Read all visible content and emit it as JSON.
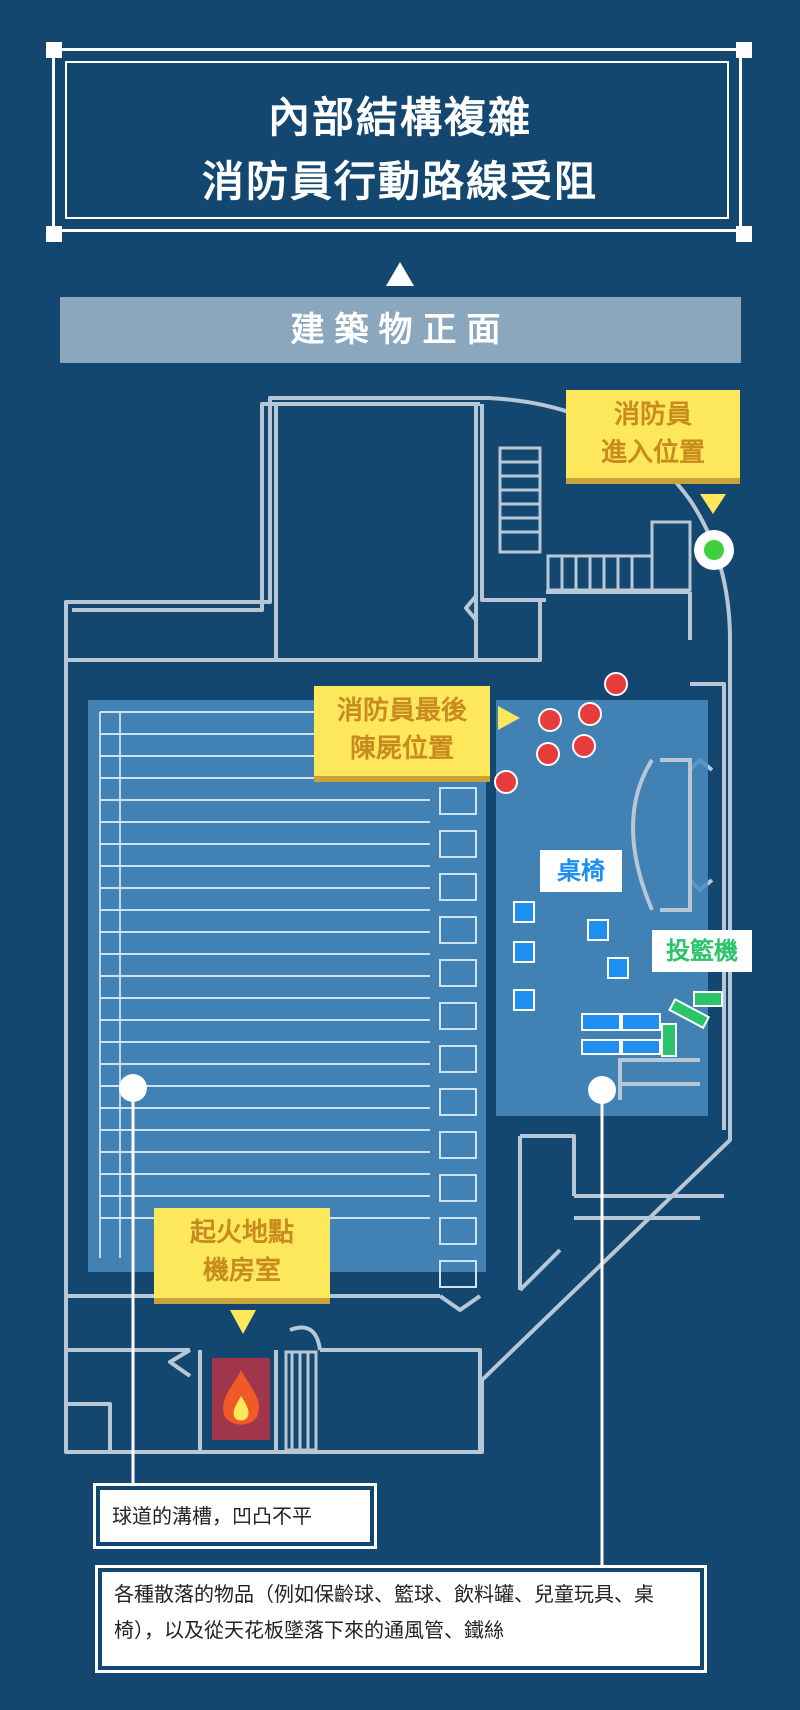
{
  "title": {
    "line1": "內部結構複雜",
    "line2": "消防員行動路線受阻"
  },
  "front_label": "建築物正面",
  "callouts": {
    "entry": {
      "line1": "消防員",
      "line2": "進入位置"
    },
    "body": {
      "line1": "消防員最後",
      "line2": "陳屍位置"
    },
    "fire": {
      "line1": "起火地點",
      "line2": "機房室"
    }
  },
  "labels": {
    "tables": "桌椅",
    "arcade": "投籃機"
  },
  "notes": {
    "lanes": "球道的溝槽，凹凸不平",
    "debris": "各種散落的物品（例如保齡球、籃球、飲料罐、兒童玩具、桌椅），以及從天花板墜落下來的通風管、鐵絲"
  },
  "colors": {
    "background": "#14476f",
    "callout_fill": "#fde75b",
    "callout_text": "#c98b1e",
    "markers_red": "#e83b3b",
    "entry_green": "#3fcf3f",
    "arcade_green": "#2cc46a",
    "table_blue": "#1e8ef0"
  },
  "icons": [
    "fire-icon",
    "entry-marker-icon",
    "victim-marker-icon",
    "table-icon",
    "arcade-machine-icon"
  ]
}
